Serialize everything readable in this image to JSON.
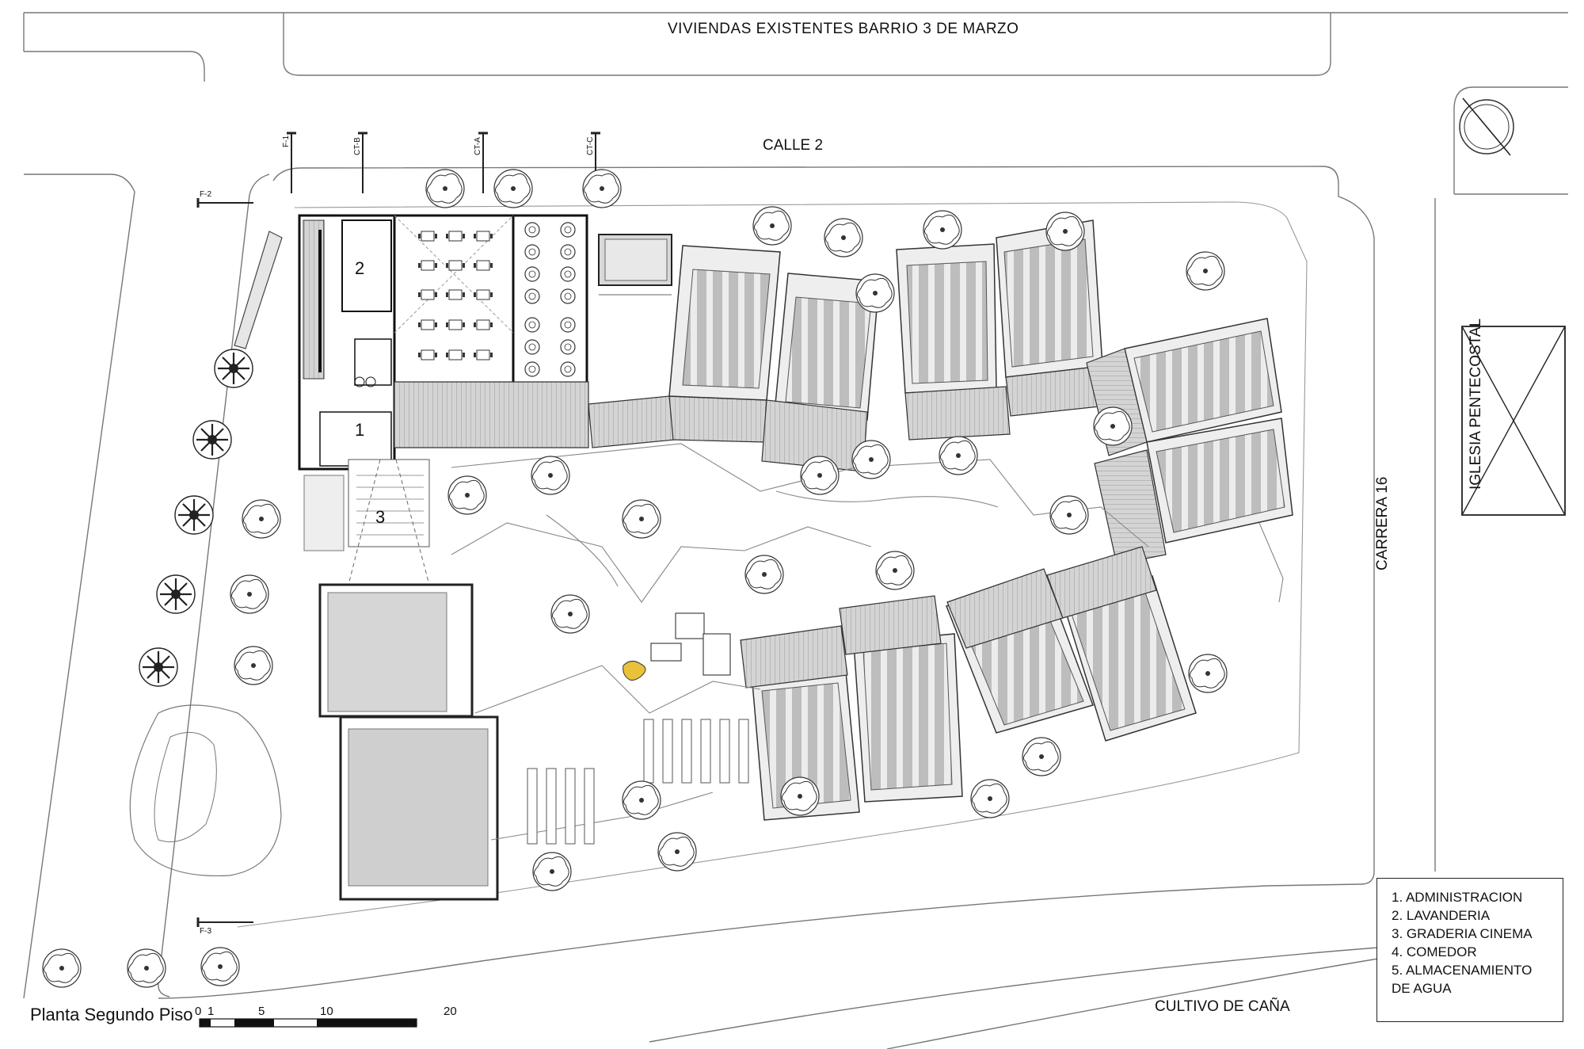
{
  "streets": {
    "top_housing": "VIVIENDAS EXISTENTES BARRIO 3 DE MARZO",
    "calle": "CALLE 2",
    "carrera": "CARRERA 16",
    "church": "IGLESIA PENTECOSTAL",
    "cane_field": "CULTIVO DE CAÑA"
  },
  "title": "Planta Segundo Piso",
  "scale_bar": {
    "labels": [
      "0",
      "1",
      "5",
      "10",
      "20"
    ]
  },
  "rooms": {
    "r1": "1",
    "r2": "2",
    "r3": "3"
  },
  "sections": [
    "F-1",
    "CT-B",
    "CT-A",
    "CT-C",
    "F-2",
    "F-3"
  ],
  "legend": {
    "items": [
      "1. ADMINISTRACION",
      "2. LAVANDERIA",
      "3. GRADERIA CINEMA",
      "4. COMEDOR",
      "5. ALMACENAMIENTO\n    DE AGUA"
    ]
  },
  "colors": {
    "line": "#555555",
    "hatch_fill": "#cfcfcf",
    "ramp_fill": "#e3e3e3",
    "playground_accent": "#e8c23a"
  }
}
